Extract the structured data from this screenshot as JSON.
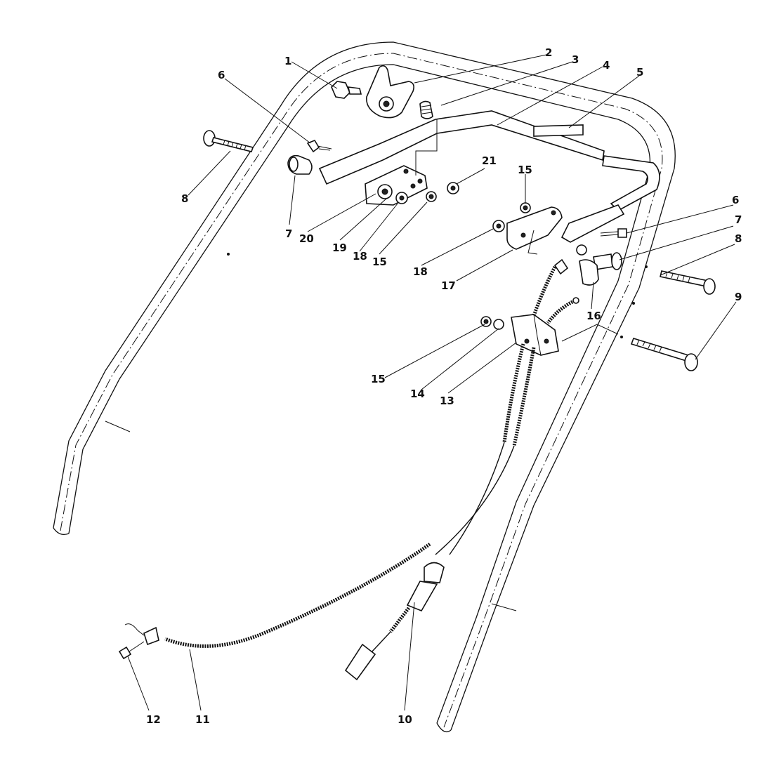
{
  "diagram": {
    "callouts": [
      "1",
      "2",
      "3",
      "4",
      "5",
      "6",
      "7",
      "8",
      "9",
      "10",
      "11",
      "12",
      "13",
      "14",
      "15",
      "16",
      "17",
      "18",
      "19",
      "20",
      "21"
    ]
  }
}
